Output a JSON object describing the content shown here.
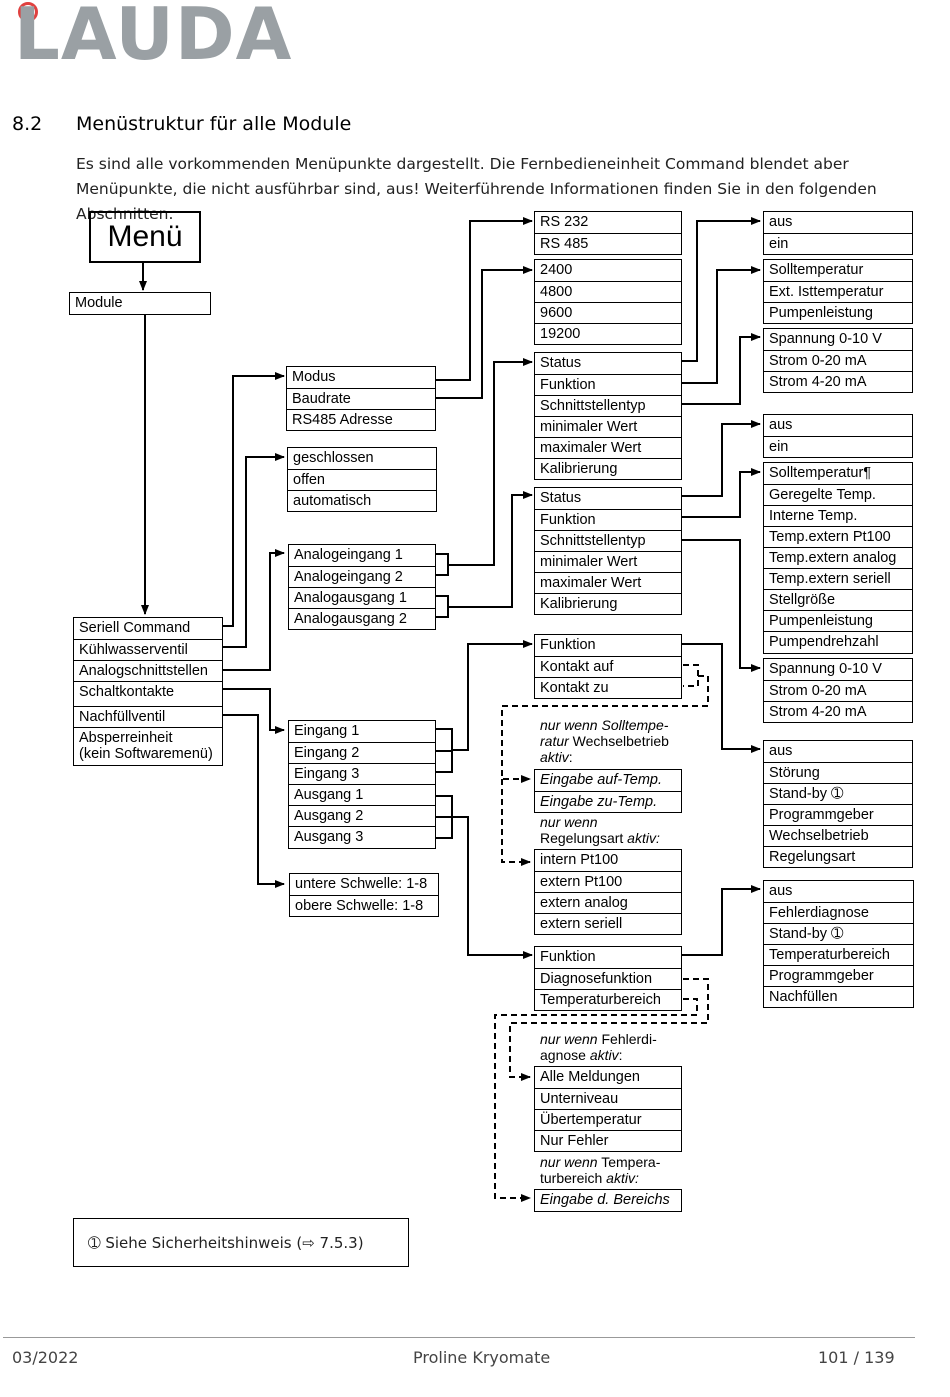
{
  "logo": "LAUDA",
  "section": {
    "number": "8.2",
    "title": "Menüstruktur für alle Module"
  },
  "intro": "Es sind alle vorkommenden Menüpunkte dargestellt. Die Fernbedieneinheit Command blendet aber Menüpunkte, die nicht ausführbar sind, aus! Weiterführende Informationen finden Sie in den folgenden Abschnitten.",
  "diagram": {
    "menu": "Menü",
    "module": "Module",
    "main": [
      "Seriell Command",
      "Kühlwasserventil",
      "Analogschnittstellen",
      "Schaltkontakte",
      "Nachfüllventil",
      "Absperreinheit\n(kein Softwaremenü)"
    ],
    "serial": [
      "Modus",
      "Baudrate",
      "RS485 Adresse"
    ],
    "valve": [
      "geschlossen",
      "offen",
      "automatisch"
    ],
    "analog": [
      "Analogeingang 1",
      "Analogeingang 2",
      "Analogausgang 1",
      "Analogausgang 2"
    ],
    "contacts": [
      "Eingang 1",
      "Eingang 2",
      "Eingang 3",
      "Ausgang 1",
      "Ausgang 2",
      "Ausgang 3"
    ],
    "thresholds": [
      "untere Schwelle: 1-8",
      "obere Schwelle: 1-8"
    ],
    "rs": [
      "RS 232",
      "RS 485"
    ],
    "baud": [
      "2400",
      "4800",
      "9600",
      "19200"
    ],
    "ain": [
      "Status",
      "Funktion",
      "Schnittstellentyp",
      "minimaler Wert",
      "maximaler Wert",
      "Kalibrierung"
    ],
    "aout": [
      "Status",
      "Funktion",
      "Schnittstellentyp",
      "minimaler Wert",
      "maximaler Wert",
      "Kalibrierung"
    ],
    "inputs": [
      "Funktion",
      "Kontakt auf",
      "Kontakt zu"
    ],
    "note1": {
      "italic": "nur wenn Solltempe-\nratur",
      "normal": " Wechselbetrieb\n",
      "italic2": "aktiv",
      "tail": ":"
    },
    "wechsel": [
      "Eingabe auf-Temp.",
      "Eingabe zu-Temp."
    ],
    "note2": {
      "italic": "nur wenn",
      "normal": "\nRegelungsart ",
      "italic2": "aktiv:"
    },
    "regel": [
      "intern Pt100",
      "extern Pt100",
      "extern analog",
      "extern seriell"
    ],
    "outputs": [
      "Funktion",
      "Diagnosefunktion",
      "Temperaturbereich"
    ],
    "note3": {
      "italic": "nur wenn",
      "normal": " Fehlerdi-\nagnose ",
      "italic2": "aktiv",
      "tail": ":"
    },
    "diag": [
      "Alle Meldungen",
      "Unterniveau",
      "Übertemperatur",
      "Nur Fehler"
    ],
    "note4": {
      "italic": "nur wenn",
      "normal": " Tempera-\nturbereich ",
      "italic2": "aktiv:"
    },
    "bereich": [
      "Eingabe d. Bereichs"
    ],
    "onoff1": [
      "aus",
      "ein"
    ],
    "serfunc": [
      "Solltemperatur",
      "Ext. Isttemperatur",
      "Pumpenleistung"
    ],
    "sig1": [
      "Spannung 0-10 V",
      "Strom 0-20 mA",
      "Strom 4-20 mA"
    ],
    "onoff2": [
      "aus",
      "ein"
    ],
    "aoutfunc": [
      "Solltemperatur¶",
      "Geregelte Temp.",
      "Interne Temp.",
      "Temp.extern Pt100",
      "Temp.extern analog",
      "Temp.extern seriell",
      "Stellgröße",
      "Pumpenleistung",
      "Pumpendrehzahl"
    ],
    "sig2": [
      "Spannung 0-10 V",
      "Strom 0-20 mA",
      "Strom 4-20 mA"
    ],
    "infunc": [
      "aus",
      "Störung",
      "Stand-by ➀",
      "Programmgeber",
      "Wechselbetrieb",
      "Regelungsart"
    ],
    "outfunc": [
      "aus",
      "Fehlerdiagnose",
      "Stand-by ➀",
      "Temperaturbereich",
      "Programmgeber",
      "Nachfüllen"
    ]
  },
  "legend": "➀ Siehe Sicherheitshinweis (⇨ 7.5.3)",
  "footer": {
    "date": "03/2022",
    "product": "Proline Kryomate",
    "page": "101 / 139"
  }
}
